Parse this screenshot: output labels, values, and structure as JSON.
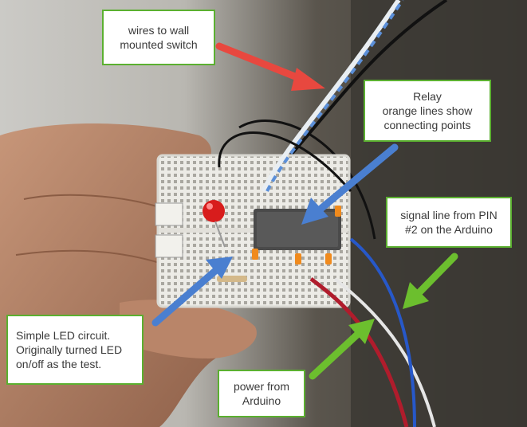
{
  "callouts": {
    "wires": {
      "lines": [
        "wires to wall",
        "mounted switch"
      ]
    },
    "relay": {
      "lines": [
        "Relay",
        "orange lines show",
        "connecting points"
      ]
    },
    "signal": {
      "lines": [
        "signal line from PIN",
        "#2 on the Arduino"
      ]
    },
    "led": {
      "lines": [
        "Simple LED circuit.",
        "Originally turned LED",
        "on/off as the test."
      ]
    },
    "power": {
      "lines": [
        "power from",
        "Arduino"
      ]
    }
  },
  "colors": {
    "callout_border": "#5bb030",
    "arrow_red": "#e8483f",
    "arrow_blue": "#4a7fd0",
    "arrow_green": "#6cbf2e",
    "connection_markers": "#f08a1c"
  }
}
